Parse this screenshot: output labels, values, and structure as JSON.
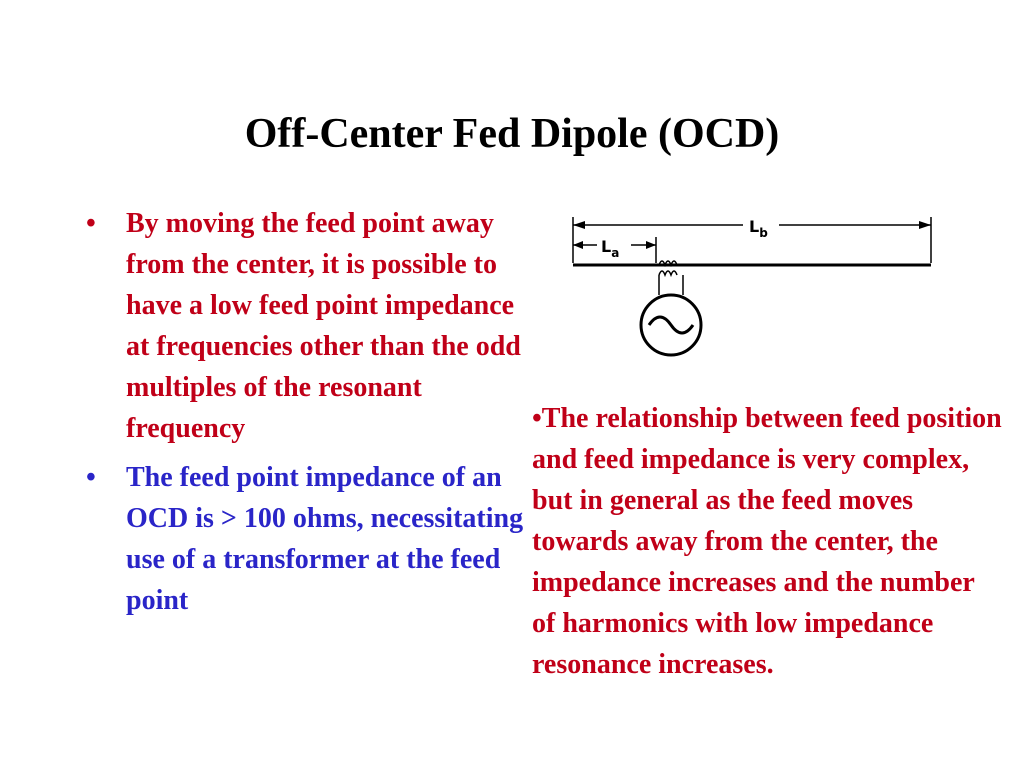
{
  "slide": {
    "title": "Off-Center Fed Dipole (OCD)",
    "bullets": [
      {
        "marker": "•",
        "text": "By moving the feed point away from the center, it is possible to have a low feed point impedance at frequencies other than the odd multiples of the resonant frequency",
        "color": "#c00018"
      },
      {
        "marker": "•",
        "text": "The feed point impedance of an OCD is > 100 ohms, necessitating use of a transformer at the feed point",
        "color": "#2a25c8"
      }
    ],
    "right_text": "•The relationship between feed position and feed impedance is very complex, but in general as the feed moves towards away from the center, the impedance increases and the number of harmonics with low impedance resonance increases."
  },
  "diagram": {
    "label_b": "L",
    "label_b_sub": "b",
    "label_a": "L",
    "label_a_sub": "a",
    "source_icon": "ac-source-icon"
  }
}
